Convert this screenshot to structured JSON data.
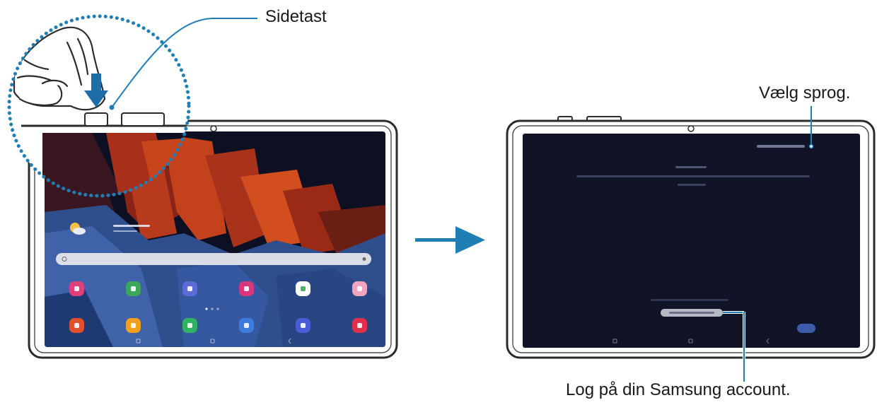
{
  "labels": {
    "side_key": "Sidetast",
    "select_language": "Vælg sprog.",
    "sign_in": "Log på din Samsung account."
  },
  "colors": {
    "callout_line": "#1f7fb5",
    "arrow": "#1f7fb5",
    "dotted_circle": "#1f7fb5",
    "tablet_frame": "#2b2b2b",
    "screen_dark": "#111427"
  },
  "icons": {
    "press_arrow": "down-arrow-icon",
    "flow_arrow": "right-arrow-icon",
    "camera": "camera-dot-icon"
  },
  "home_apps": [
    {
      "name": "app-settings-icon",
      "color": "#e0407a"
    },
    {
      "name": "app-notes-icon",
      "color": "#3aa858"
    },
    {
      "name": "app-folder-icon",
      "color": "#5c6bd6"
    },
    {
      "name": "app-store-icon",
      "color": "#d9377d"
    },
    {
      "name": "app-play-icon",
      "color": "#ffffff"
    },
    {
      "name": "app-photos-icon",
      "color": "#f0a4c0"
    },
    {
      "name": "app-calendar-icon",
      "color": "#e0502e"
    },
    {
      "name": "app-email-icon",
      "color": "#f1a01f"
    },
    {
      "name": "app-phone-icon",
      "color": "#2fb360"
    },
    {
      "name": "app-messages-icon",
      "color": "#3d7bdc"
    },
    {
      "name": "app-internet-icon",
      "color": "#4a5bd8"
    },
    {
      "name": "app-camera-icon",
      "color": "#e1304c"
    }
  ]
}
